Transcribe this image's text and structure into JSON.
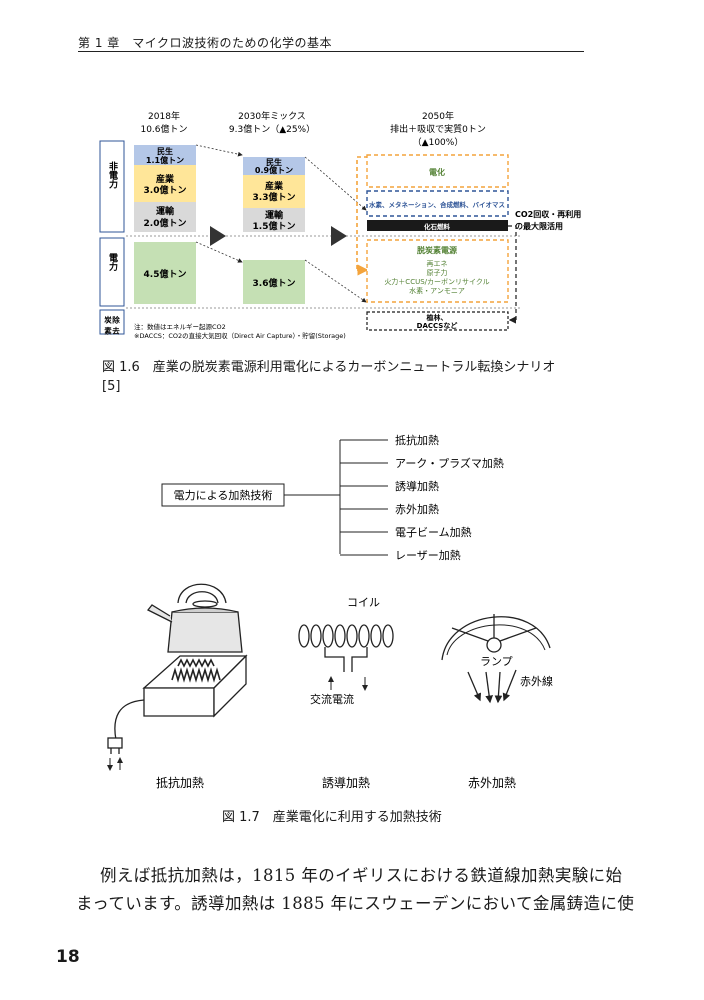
{
  "header": {
    "text": "第 1 章　マイクロ波技術のための化学の基本"
  },
  "figure16": {
    "rows": {
      "non_power": "非電力",
      "power": "電力",
      "removal": "除炭去素"
    },
    "col2018": {
      "year": "2018年",
      "total": "10.6億トン",
      "minsei": "民生",
      "minsei_val": "1.1億トン",
      "sangyo": "産業",
      "sangyo_val": "3.0億トン",
      "unyu": "運輸",
      "unyu_val": "2.0億トン",
      "power_val": "4.5億トン"
    },
    "col2030": {
      "year": "2030年ミックス",
      "total": "9.3億トン（▲25%）",
      "minsei": "民生",
      "minsei_val": "0.9億トン",
      "sangyo": "産業",
      "sangyo_val": "3.3億トン",
      "unyu": "運輸",
      "unyu_val": "1.5億トン",
      "power_val": "3.6億トン"
    },
    "col2050": {
      "year": "2050年",
      "total": "排出＋吸収で実質0トン",
      "pct": "（▲100%）",
      "denka": "電化",
      "fuels": "水素、メタネーション、合成燃料、バイオマス",
      "fossil": "化石燃料",
      "decarb_title": "脱炭素電源",
      "decarb_lines": [
        "再エネ",
        "原子力",
        "火力＋CCUS/カーボンリサイクル",
        "水素・アンモニア"
      ],
      "removal_lines": [
        "植林、",
        "DACCSなど"
      ]
    },
    "co2_note": [
      "CO2回収・再利用",
      "の最大限活用"
    ],
    "notes": [
      "注：数値はエネルギー起源CO2",
      "※DACCS：CO2の直接大気回収（Direct Air Capture）・貯留(Storage)"
    ]
  },
  "caption16": {
    "line1": "図 1.6　産業の脱炭素電源利用電化によるカーボンニュートラル転換シナリオ",
    "line2": "[5]"
  },
  "figure17": {
    "root": "電力による加熱技術",
    "branches": [
      "抵抗加熱",
      "アーク・プラズマ加熱",
      "誘導加熱",
      "赤外加熱",
      "電子ビーム加熱",
      "レーザー加熱"
    ],
    "coil": "コイル",
    "current": "交流電流",
    "lamp": "ランプ",
    "infrared": "赤外線",
    "labels": [
      "抵抗加熱",
      "誘導加熱",
      "赤外加熱"
    ]
  },
  "caption17": {
    "text": "図 1.7　産業電化に利用する加熱技術"
  },
  "body": {
    "line1": "例えば抵抗加熱は，1815 年のイギリスにおける鉄道線加熱実験に始",
    "line2": "まっています。誘導加熱は 1885 年にスウェーデンにおいて金属鋳造に使"
  },
  "page_number": "18",
  "colors": {
    "blue": "#b4c7e7",
    "yellow": "#ffe699",
    "gray": "#d9d9d9",
    "green": "#c5e0b4",
    "orange": "#f4a43c",
    "navy": "#2f5597"
  }
}
